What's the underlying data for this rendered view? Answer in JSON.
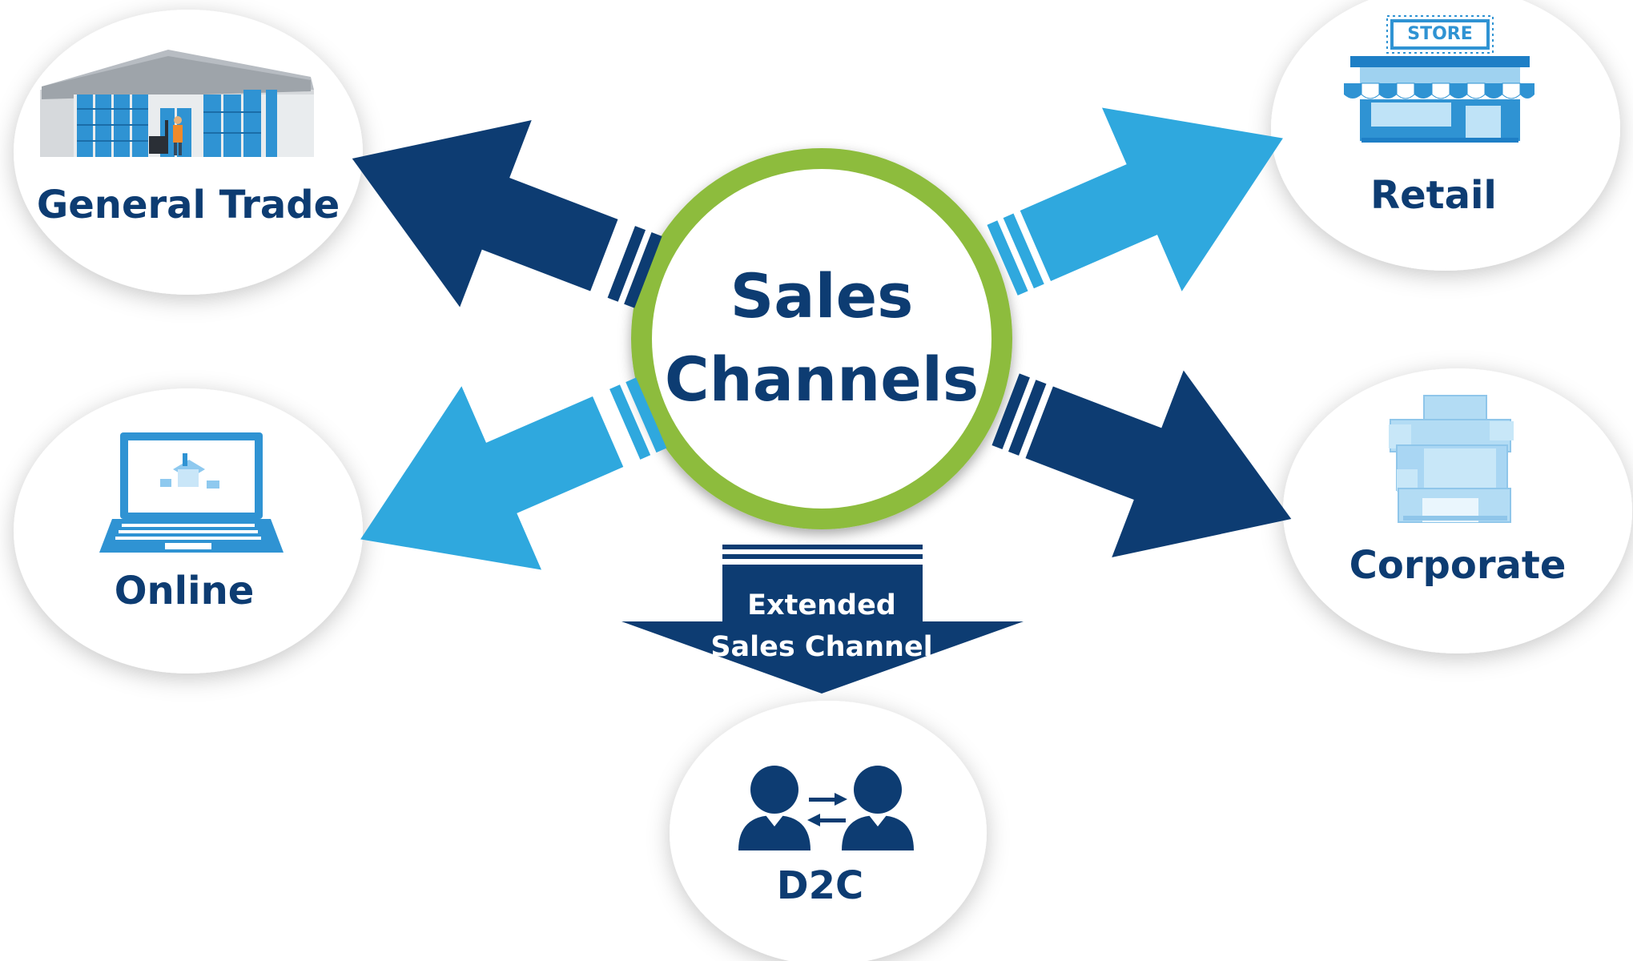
{
  "center": {
    "line1": "Sales",
    "line2": "Channels"
  },
  "channels": {
    "general_trade": "General Trade",
    "retail": "Retail",
    "online": "Online",
    "corporate": "Corporate",
    "d2c": "D2C"
  },
  "extended": {
    "line1": "Extended",
    "line2": "Sales Channel"
  },
  "store_sign": "STORE",
  "colors": {
    "light_blue": "#2fa8de",
    "dark_blue": "#0d3c72",
    "green_ring": "#8dbc3d",
    "text_blue": "#0d3c72"
  },
  "icons": [
    "warehouse-icon",
    "store-icon",
    "laptop-icon",
    "building-icon",
    "people-exchange-icon"
  ]
}
